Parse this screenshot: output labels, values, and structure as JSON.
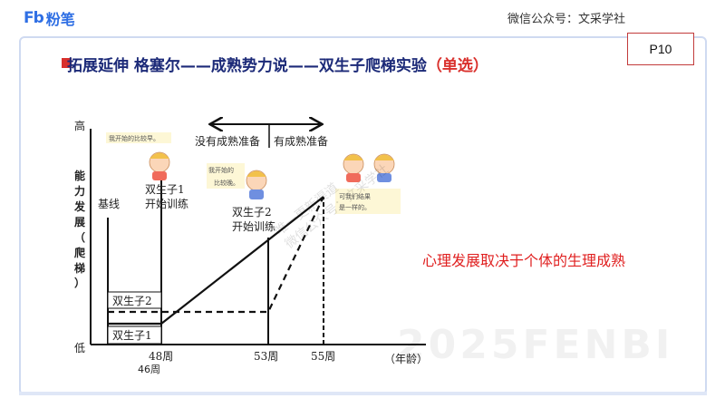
{
  "header": {
    "logo_mark": "Fb",
    "logo_name": "粉笔",
    "wechat": "微信公众号：文采学社",
    "page": "P10"
  },
  "title": {
    "main": "拓展延伸 格塞尔——成熟势力说——双生子爬梯实验",
    "tag": "（单选）"
  },
  "diagram": {
    "y_high": "高",
    "y_low": "低",
    "y_axis_label": [
      "能",
      "力",
      "发",
      "展",
      "（",
      "爬",
      "梯",
      "）"
    ],
    "baseline": "基线",
    "twin1_box": "双生子1",
    "twin2_box": "双生子2",
    "twin1_start": [
      "双生子1",
      "开始训练"
    ],
    "twin2_start": [
      "双生子2",
      "开始训练"
    ],
    "arrow_left": "没有成熟准备",
    "arrow_right": "有成熟准备",
    "x_ticks": [
      "48周",
      "53周",
      "55周"
    ],
    "x_unit": "（年龄）",
    "x_tick_extra": "46周",
    "bubble1": "我开始的比较早。",
    "bubble2": [
      "我开始的",
      "比较晚。"
    ],
    "bubble3": [
      "可我们结果",
      "是一样的。"
    ]
  },
  "note": "心理发展取决于个体的生理成熟",
  "watermarks": {
    "big": "2025FENBI",
    "diag": [
      "唯一更新渠道",
      "微信公众号：文采学社"
    ]
  },
  "colors": {
    "brand_blue": "#2f6fe4",
    "title_navy": "#1c2a78",
    "accent_red": "#d9302c",
    "note_red": "#e02020"
  }
}
